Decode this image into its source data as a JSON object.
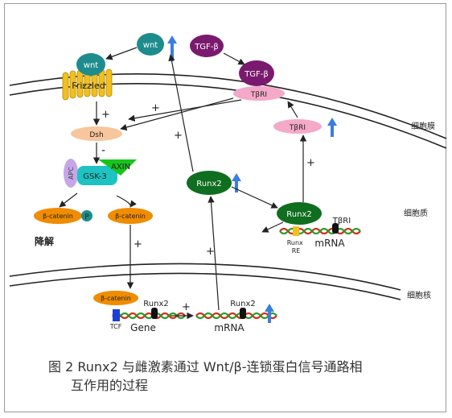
{
  "diagram": {
    "nodes": {
      "wnt_top": "wnt",
      "tgf_top": "TGF-β",
      "wnt_bound": "wnt",
      "frizzled": "Frizzled",
      "tgf_bound": "TGF-β",
      "tbri_membrane": "TβRI",
      "tbri_cyto": "TβRI",
      "dsh": "Dsh",
      "apc": "APC",
      "gsk3": "GSK-3",
      "axin": "AXIN",
      "catenin_left": "β-catenin",
      "p": "P",
      "catenin_right": "β-catenin",
      "degradation": "降解",
      "runx2_mid": "Runx2",
      "runx2_right": "Runx2",
      "tbri_gene": "TβRI",
      "runx_re": "Runx\nRE",
      "mrna_right": "mRNA",
      "catenin_nuc": "β-catenin",
      "runx2_gene": "Runx2",
      "tcf": "TCF",
      "gene": "Gene",
      "runx2_mrna": "Runx2",
      "mrna_bottom": "mRNA"
    },
    "signs": {
      "plus": "+",
      "minus": "-"
    },
    "regions": {
      "membrane": "细胞膜",
      "cytoplasm": "细胞质",
      "nucleus": "细胞核"
    },
    "colors": {
      "teal": "#1e8c8c",
      "purple": "#7a1a6e",
      "pink": "#f4a9c8",
      "peach": "#f7c69c",
      "lavender": "#c6a6e8",
      "cyan": "#1dc3c3",
      "green_axin": "#17c41c",
      "orange": "#f08c00",
      "dark_green": "#0f6e1f",
      "blue_arrow": "#3b7de0",
      "membrane_yellow": "#f0c020",
      "dna_red": "#d62b17",
      "dna_green": "#2b9a2b"
    }
  },
  "caption": {
    "line1": "图 2   Runx2 与雌激素通过 Wnt/β-连锁蛋白信号通路相",
    "line2": "互作用的过程"
  }
}
